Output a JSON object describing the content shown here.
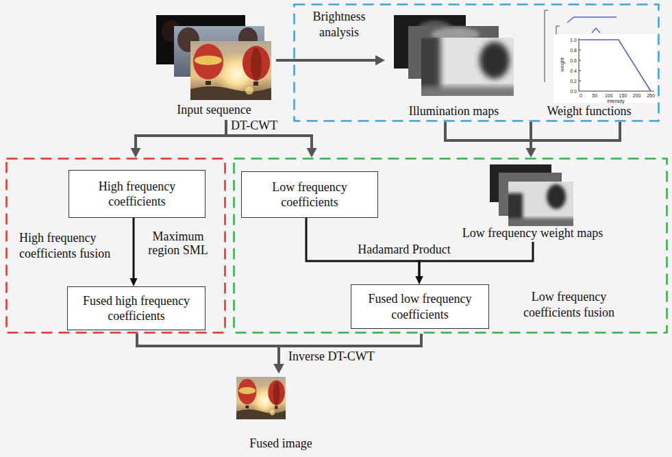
{
  "diagram": {
    "nodes": [
      {
        "text": [
          "Input sequence"
        ]
      },
      {
        "text": [
          "Brightness analysis"
        ]
      },
      {
        "text": [
          "Illumination maps"
        ],
        "in": 1
      },
      {
        "text": [
          "Weight functions"
        ],
        "in": 1
      },
      {
        "text": [
          "High frequency coefficients fusion"
        ]
      },
      {
        "text": [
          "High frequency coefficients"
        ],
        "in": 4
      },
      {
        "text": [
          "Fused high frequency coefficients"
        ],
        "in": 4
      },
      {
        "text": [
          "Low frequency coefficients fusion"
        ]
      },
      {
        "text": [
          "Low frequency coefficients"
        ],
        "in": 7
      },
      {
        "text": [
          "Low frequency weight maps"
        ],
        "in": 7
      },
      {
        "text": [
          "Fused low frequency coefficients"
        ],
        "in": 7
      },
      {
        "text": [
          "Fused image"
        ]
      }
    ],
    "edges": [
      {
        "from": 0,
        "to": 2,
        "arrow": "to"
      },
      {
        "from": 0,
        "to": 4,
        "label": "DT-CWT",
        "arrow": "to"
      },
      {
        "from": 0,
        "to": 7,
        "arrow": "to"
      },
      {
        "from": 1,
        "to": 7,
        "arrow": "to"
      },
      {
        "from": 5,
        "to": 6,
        "label": "Maximum region SML",
        "arrow": "to"
      },
      {
        "from": 8,
        "to": 10,
        "label": "Hadamard Product",
        "arrow": "to"
      },
      {
        "from": 9,
        "to": 10,
        "arrow": "to"
      },
      {
        "from": 4,
        "to": 11,
        "label": "Inverse DT-CWT",
        "arrow": "to"
      },
      {
        "from": 7,
        "to": 11,
        "arrow": "to"
      }
    ],
    "labels": [
      "1.0",
      "0.8",
      "0.6",
      "0.4",
      "0.2",
      "0.0",
      "weight",
      "0",
      "50",
      "100",
      "150",
      "200",
      "250",
      "intensity"
    ]
  }
}
